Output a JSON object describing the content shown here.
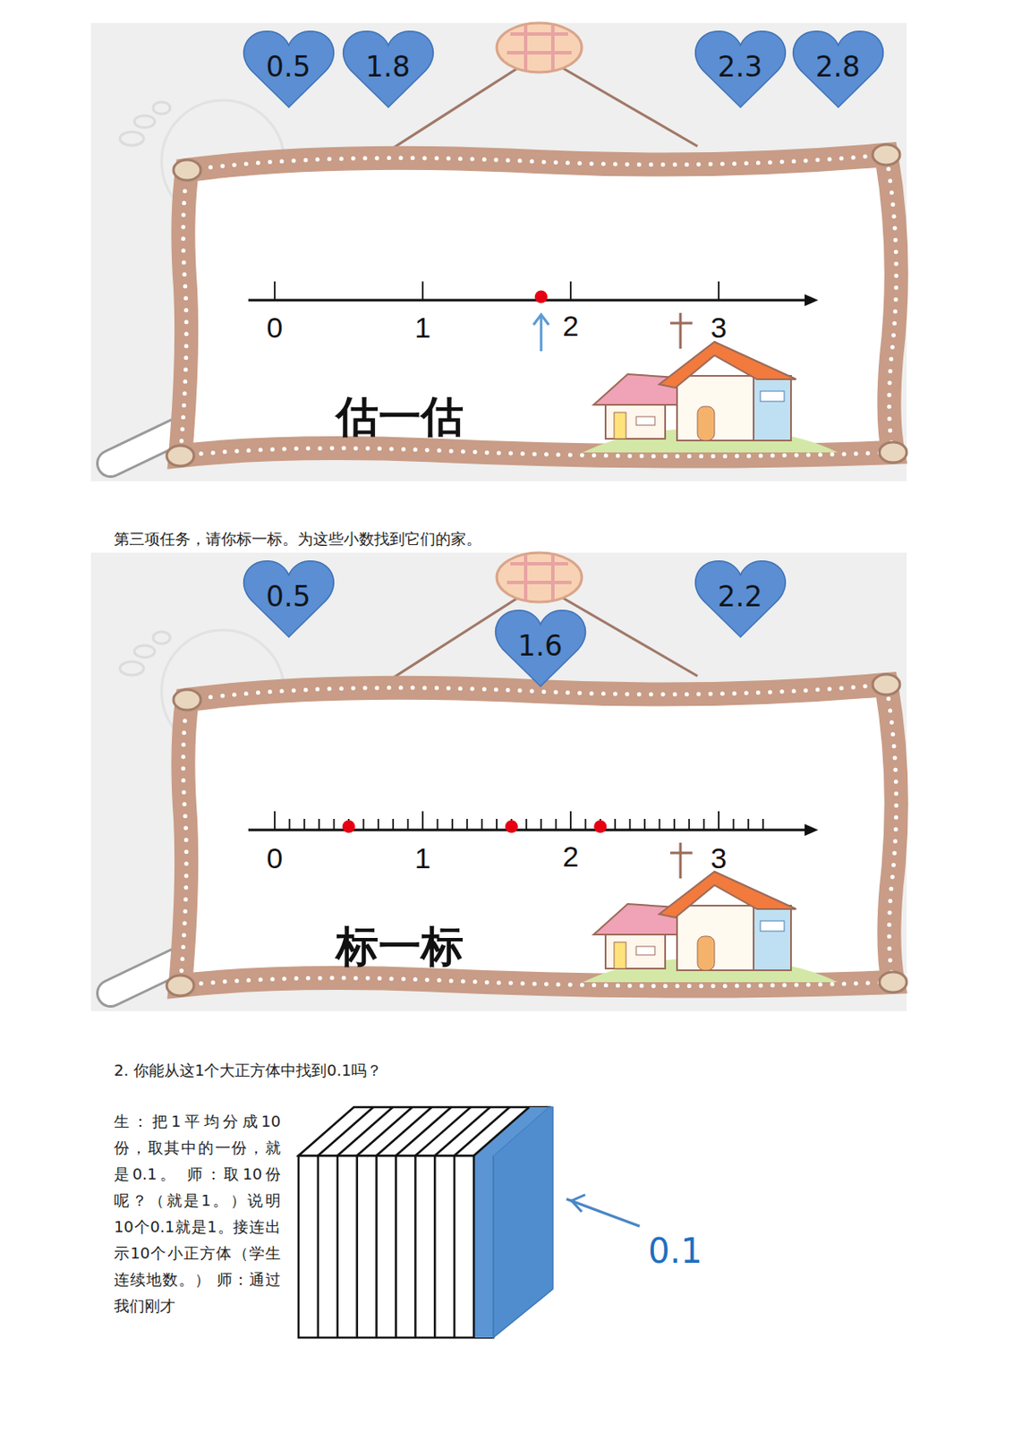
{
  "diagram": {
    "nodes": [
      {
        "text": [
          "0.5"
        ]
      },
      {
        "text": [
          "1.8"
        ]
      },
      {
        "text": [
          "2.3"
        ]
      },
      {
        "text": [
          "2.8"
        ]
      },
      {
        "text": [
          "估一估"
        ]
      },
      {
        "text": [
          "0.5"
        ]
      },
      {
        "text": [
          "1.6"
        ]
      },
      {
        "text": [
          "2.2"
        ]
      },
      {
        "text": [
          "标一标"
        ]
      }
    ],
    "labels": [
      "0",
      "1",
      "2",
      "3",
      "第三项任务，请你标一标。为这些小数找到它们的家。",
      "0",
      "1",
      "2",
      "3",
      "2. 你能从这1个大正方体中找到0.1吗？",
      "生：把1平均分成10份，取其中的一份，就是0.1。 师：取10份呢？（就是1。）说明10个0.1就是1。接连出示10个小正方体（学生连续地数。） 师：通过我们刚才",
      "0.1"
    ]
  }
}
